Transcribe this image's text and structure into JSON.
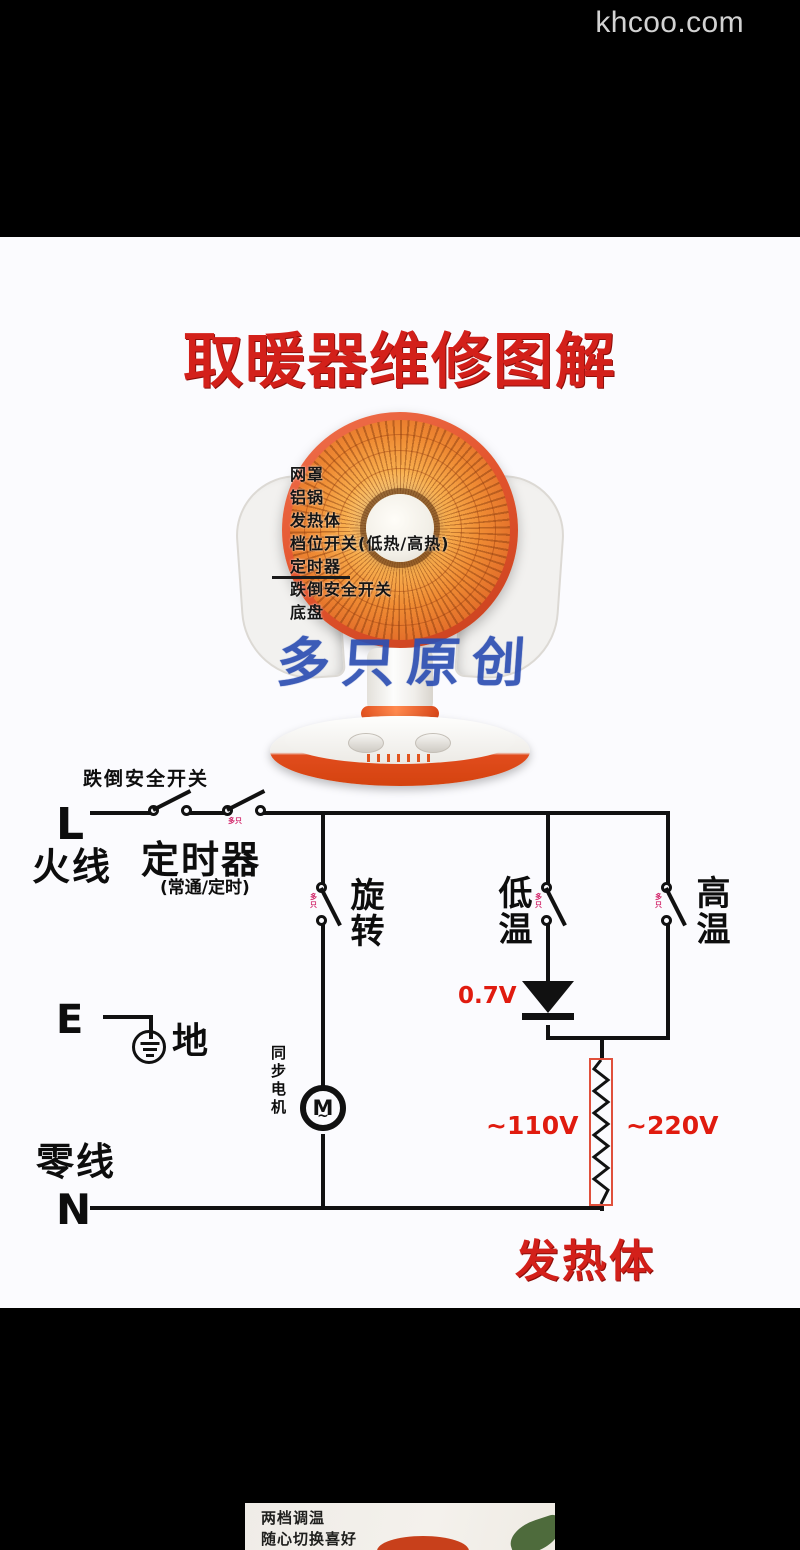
{
  "site_watermark": "khcoo.com",
  "title": "取暖器维修图解",
  "brand_watermark": "多只原创",
  "heater": {
    "labels": [
      "网罩",
      "铝锅",
      "发热体",
      "档位开关(低热/高热)",
      "定时器",
      "跌倒安全开关",
      "底盘"
    ]
  },
  "circuit": {
    "live_terminal": "L",
    "live_label": "火线",
    "tilt_switch_label": "跌倒安全开关",
    "timer_label": "定时器",
    "timer_sub": "(常通/定时)",
    "earth_terminal": "E",
    "earth_label": "地",
    "neutral_label": "零线",
    "neutral_terminal": "N",
    "rotate_label": "旋转",
    "motor_label": "同步电机",
    "motor_symbol": "M",
    "motor_ac": "~",
    "low_temp_label": "低温",
    "high_temp_label": "高温",
    "diode_label": "0.7V",
    "volt_low": "~110V",
    "volt_high": "~220V",
    "heater_element_label": "发热体",
    "switch_watermark_line1": "多",
    "switch_watermark_line2": "只"
  },
  "bottom_image": {
    "line1": "两档调温",
    "line2": "随心切换喜好"
  },
  "colors": {
    "red": "#d3201a",
    "blue": "#2d4fb3",
    "wire": "#111111",
    "resistor_outline": "#e0503c",
    "watermark_pink": "#d2266a"
  }
}
